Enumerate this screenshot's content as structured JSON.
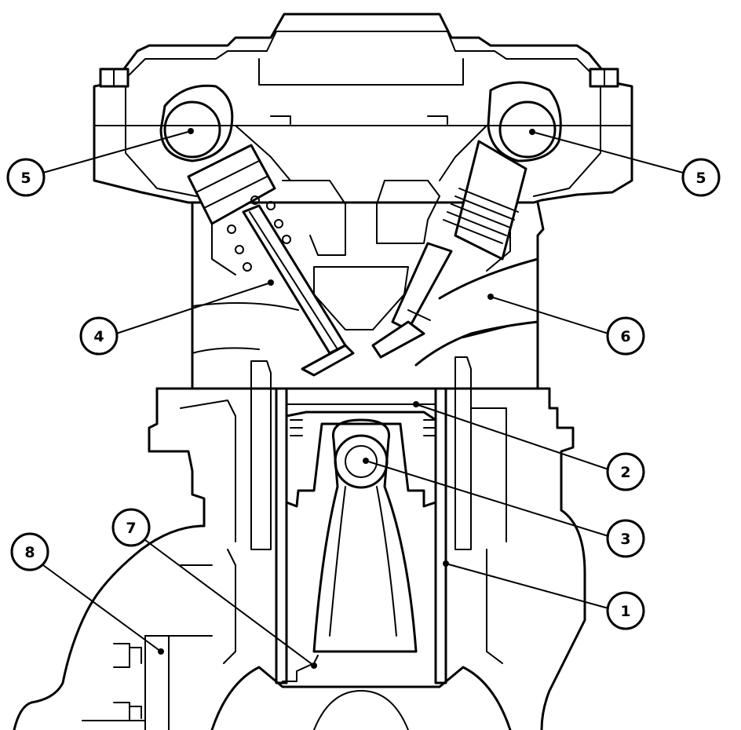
{
  "callouts": [
    {
      "id": "c5l",
      "label": "5"
    },
    {
      "id": "c5r",
      "label": "5"
    },
    {
      "id": "c4",
      "label": "4"
    },
    {
      "id": "c6",
      "label": "6"
    },
    {
      "id": "c2",
      "label": "2"
    },
    {
      "id": "c3",
      "label": "3"
    },
    {
      "id": "c1",
      "label": "1"
    },
    {
      "id": "c7",
      "label": "7"
    },
    {
      "id": "c8",
      "label": "8"
    }
  ]
}
